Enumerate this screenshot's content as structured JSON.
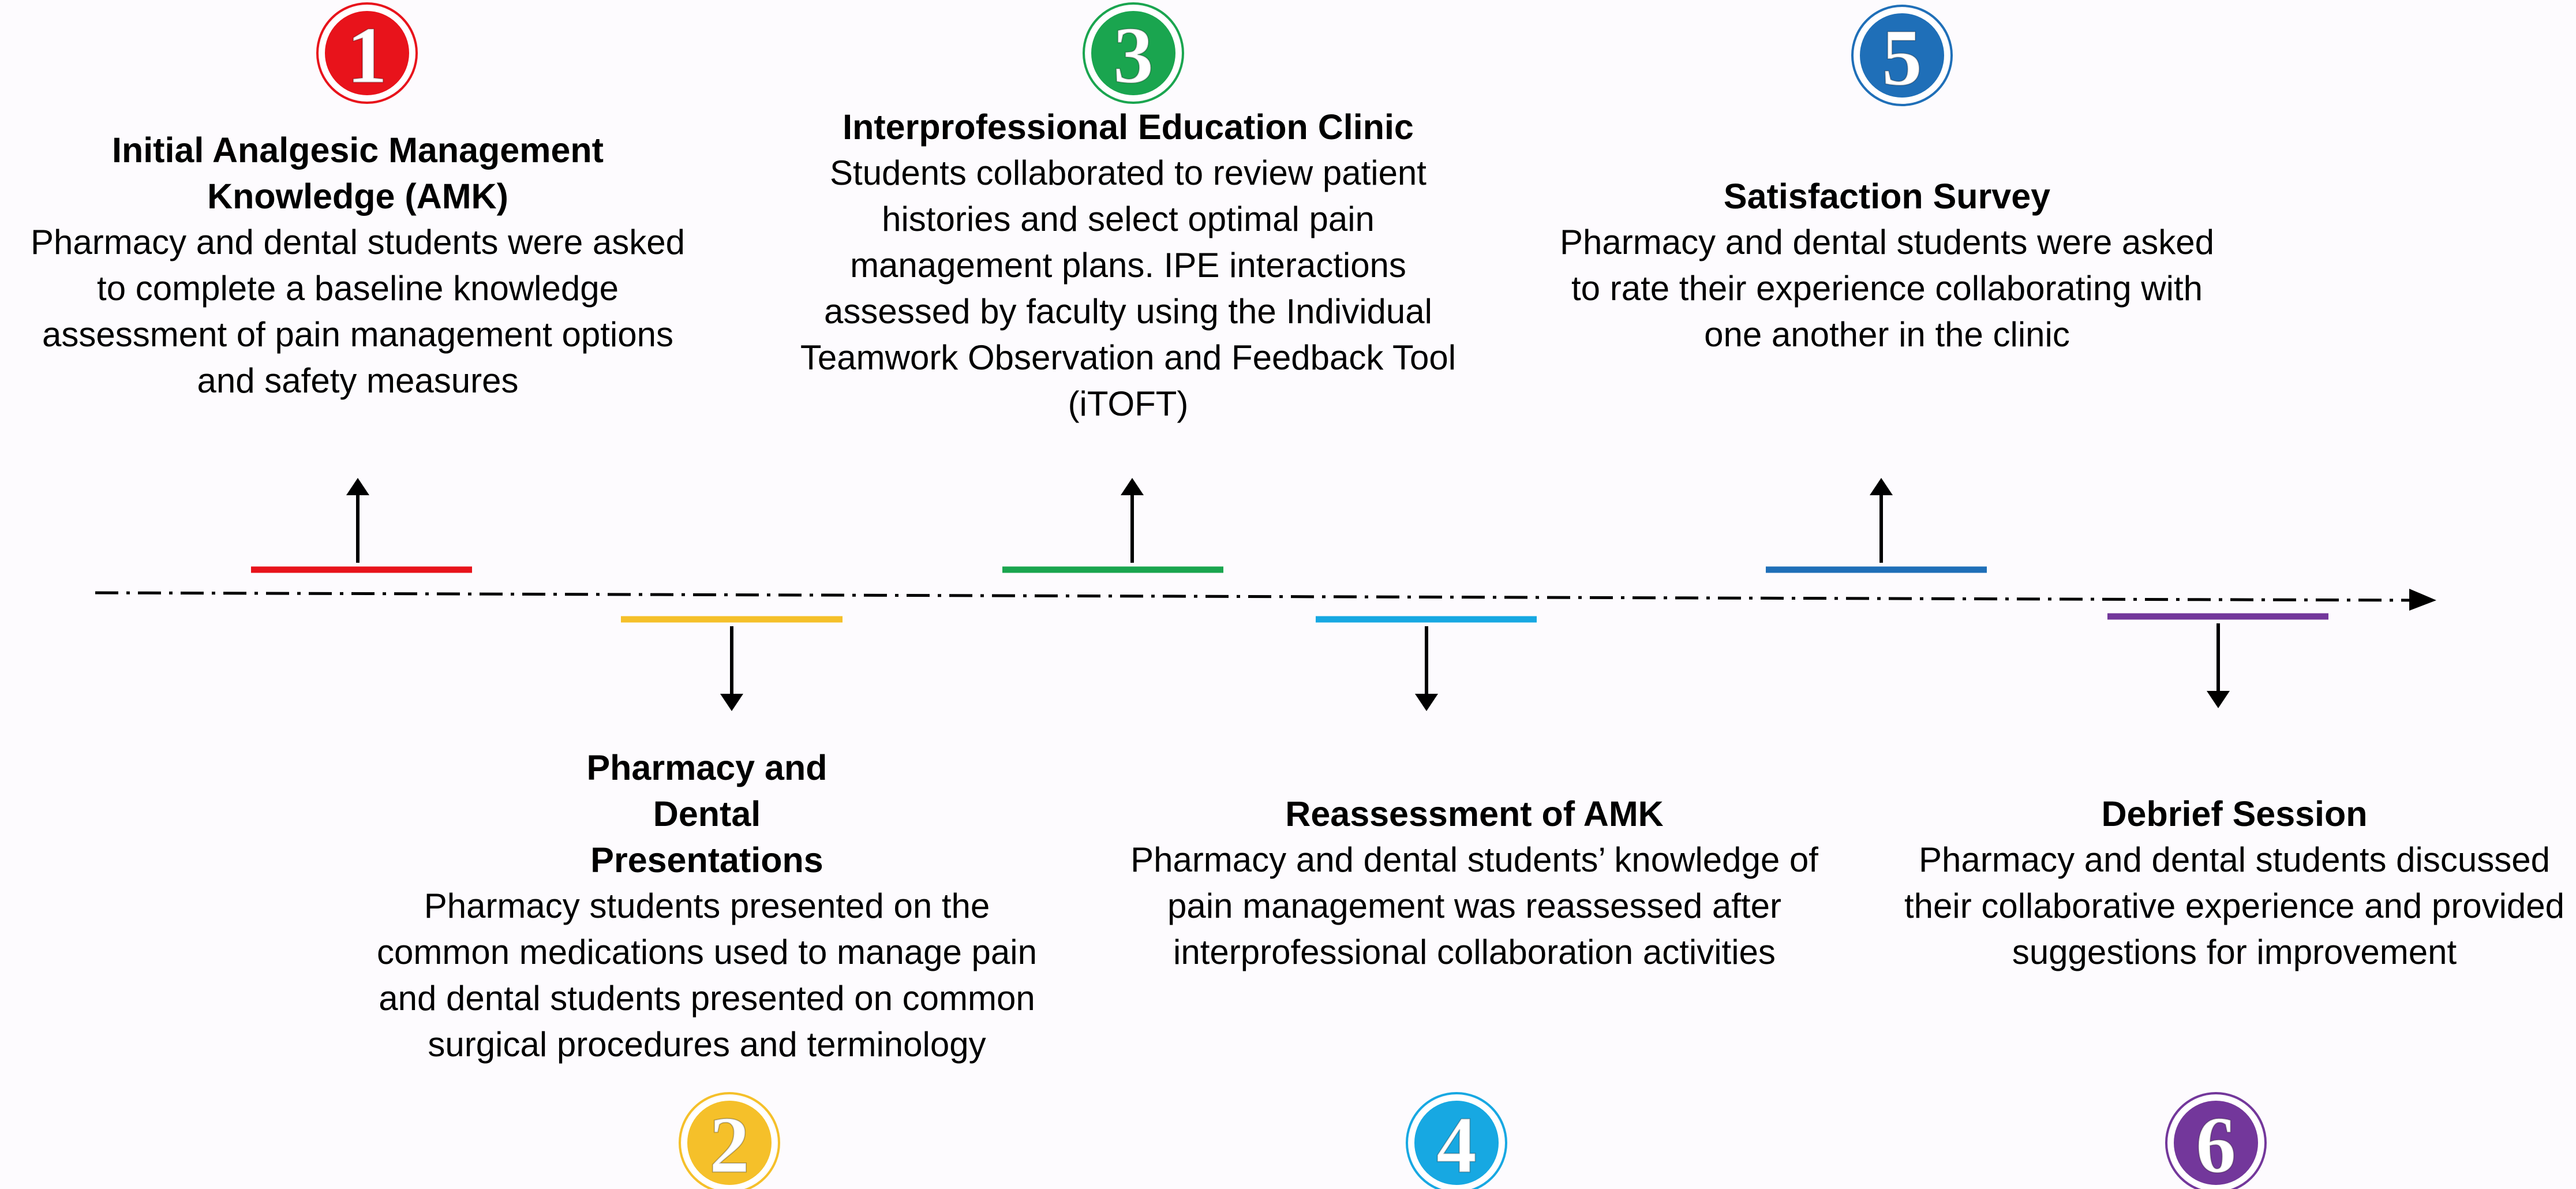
{
  "timeline": {
    "steps": [
      {
        "number": "1",
        "color": "#e8131b",
        "position": "above",
        "title": "Initial Analgesic Management Knowledge (AMK)",
        "description": "Pharmacy and dental students were asked to complete a baseline knowledge assessment of pain management options and safety measures"
      },
      {
        "number": "2",
        "color": "#f5c02a",
        "position": "below",
        "title": "Pharmacy and Dental Presentations",
        "description": "Pharmacy students presented on the common medications used to manage pain and dental students presented on common surgical procedures and terminology"
      },
      {
        "number": "3",
        "color": "#1aa54f",
        "position": "above",
        "title": "Interprofessional Education Clinic",
        "description": "Students collaborated to review patient histories and select optimal pain management plans. IPE interactions assessed by faculty using the Individual Teamwork Observation and Feedback Tool (iTOFT)"
      },
      {
        "number": "4",
        "color": "#17a8e2",
        "position": "below",
        "title": "Reassessment of AMK",
        "description": "Pharmacy and dental students’ knowledge of pain management was reassessed after interprofessional collaboration activities"
      },
      {
        "number": "5",
        "color": "#1f6fb8",
        "position": "above",
        "title": "Satisfaction Survey",
        "description": "Pharmacy and dental students were asked to rate their experience collaborating with one another in the clinic"
      },
      {
        "number": "6",
        "color": "#73379b",
        "position": "below",
        "title": "Debrief Session",
        "description": "Pharmacy and dental students discussed their collaborative experience and provided suggestions for improvement"
      }
    ]
  }
}
